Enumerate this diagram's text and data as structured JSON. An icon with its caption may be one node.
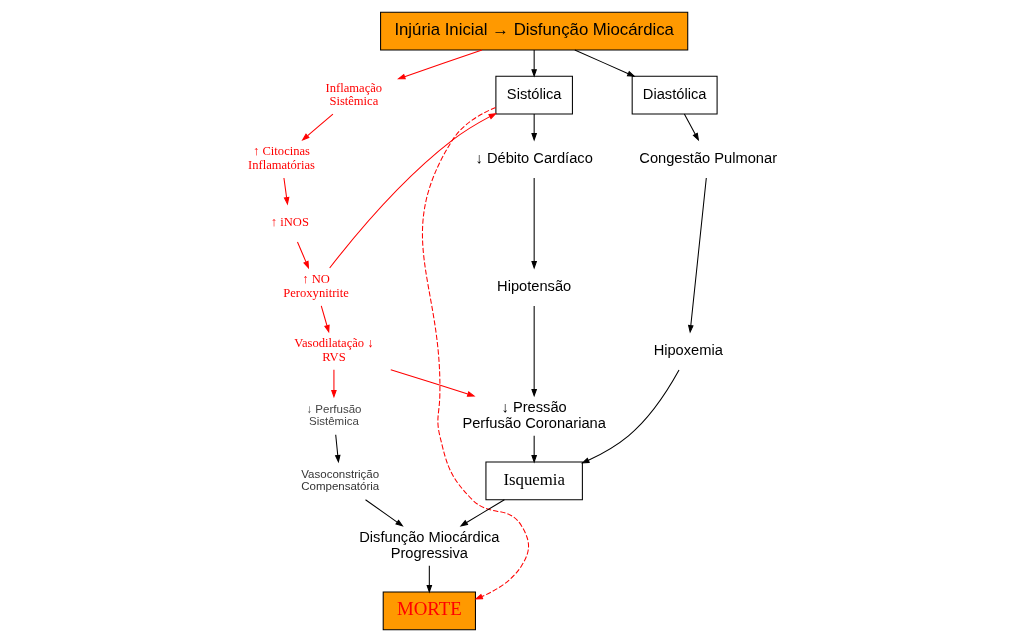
{
  "diagram": {
    "nodes": [
      {
        "text": [
          "Injúria Inicial → Disfunção Miocárdica"
        ]
      },
      {
        "text": [
          "Sistólica"
        ]
      },
      {
        "text": [
          "Diastólica"
        ]
      },
      {
        "text": [
          "↓ Débito Cardíaco"
        ]
      },
      {
        "text": [
          "↓ Perfusão Sistêmica"
        ]
      },
      {
        "text": [
          "Hipotensão"
        ]
      },
      {
        "text": [
          "↓ Pressão Perfusão Coronariana"
        ]
      },
      {
        "text": [
          "Vasoconstrição Compensatória"
        ]
      },
      {
        "text": [
          "Congestão Pulmonar"
        ]
      },
      {
        "text": [
          "Hipoxemia"
        ]
      },
      {
        "text": [
          "Isquemia"
        ]
      },
      {
        "text": [
          "Disfunção Miocárdica Progressiva"
        ]
      },
      {
        "text": [
          "MORTE"
        ]
      },
      {
        "text": [
          "Inflamação Sistêmica"
        ]
      },
      {
        "text": [
          "↑ Citocinas Inflamatórias"
        ]
      },
      {
        "text": [
          "↑ iNOS"
        ]
      },
      {
        "text": [
          "↑ NO Peroxynitrite"
        ]
      },
      {
        "text": [
          "Vasodilatação ↓ RVS"
        ]
      }
    ],
    "edges": [
      {
        "from": 0,
        "to": 1,
        "arrow": "to"
      },
      {
        "from": 0,
        "to": 2,
        "arrow": "to"
      },
      {
        "from": 0,
        "to": 13,
        "arrow": "to",
        "color": "#ff0000"
      },
      {
        "from": 1,
        "to": 3,
        "arrow": "to"
      },
      {
        "from": 2,
        "to": 8,
        "arrow": "to"
      },
      {
        "from": 3,
        "to": 5,
        "arrow": "to"
      },
      {
        "from": 5,
        "to": 6,
        "arrow": "to"
      },
      {
        "from": 8,
        "to": 9,
        "arrow": "to"
      },
      {
        "from": 6,
        "to": 10,
        "arrow": "to"
      },
      {
        "from": 9,
        "to": 10,
        "arrow": "to"
      },
      {
        "from": 4,
        "to": 7,
        "arrow": "to"
      },
      {
        "from": 7,
        "to": 11,
        "arrow": "to"
      },
      {
        "from": 10,
        "to": 11,
        "arrow": "to"
      },
      {
        "from": 11,
        "to": 12,
        "arrow": "to"
      },
      {
        "from": 1,
        "to": 12,
        "arrow": "to",
        "style": "dashed",
        "color": "#ff0000"
      },
      {
        "from": 13,
        "to": 14,
        "arrow": "to",
        "color": "#ff0000"
      },
      {
        "from": 14,
        "to": 15,
        "arrow": "to",
        "color": "#ff0000"
      },
      {
        "from": 15,
        "to": 16,
        "arrow": "to",
        "color": "#ff0000"
      },
      {
        "from": 16,
        "to": 1,
        "arrow": "to",
        "color": "#ff0000"
      },
      {
        "from": 16,
        "to": 17,
        "arrow": "to",
        "color": "#ff0000"
      },
      {
        "from": 17,
        "to": 4,
        "arrow": "to",
        "color": "#ff0000"
      },
      {
        "from": 17,
        "to": 6,
        "arrow": "to",
        "color": "#ff0000"
      }
    ]
  }
}
